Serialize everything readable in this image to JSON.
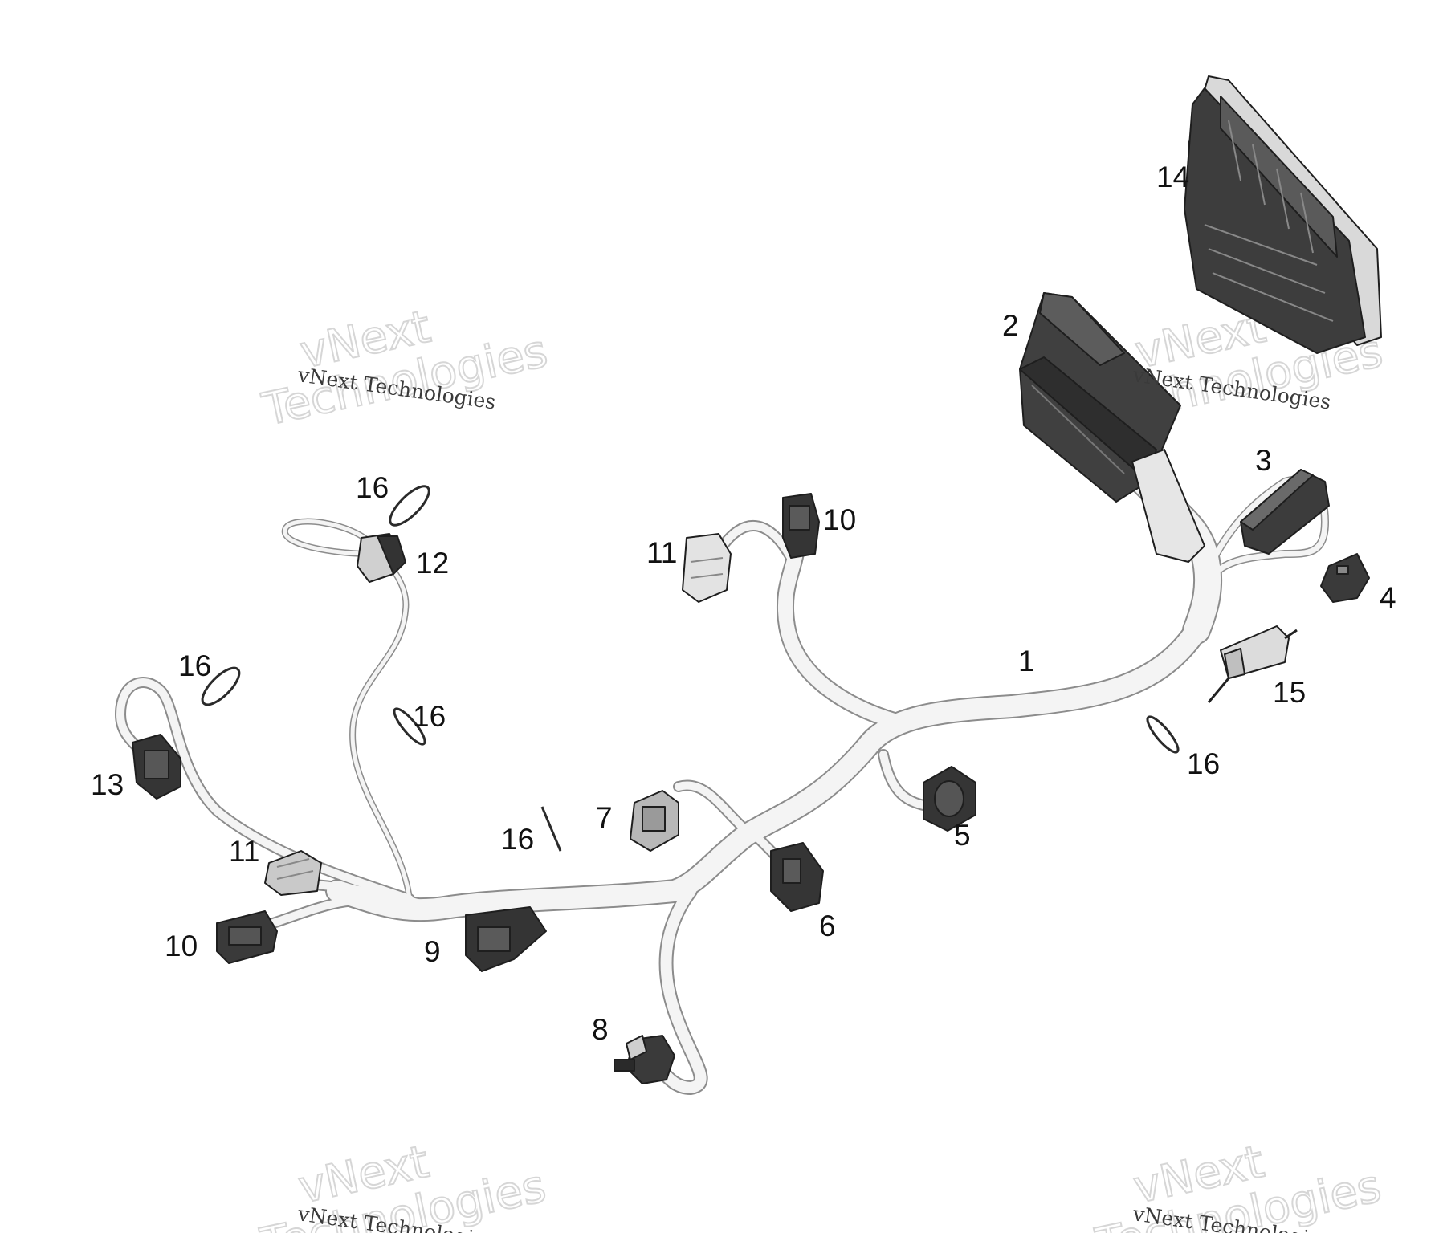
{
  "diagram": {
    "callouts": [
      {
        "id": "c1",
        "label": "1"
      },
      {
        "id": "c2",
        "label": "2"
      },
      {
        "id": "c3",
        "label": "3"
      },
      {
        "id": "c4",
        "label": "4"
      },
      {
        "id": "c5",
        "label": "5"
      },
      {
        "id": "c6",
        "label": "6"
      },
      {
        "id": "c7",
        "label": "7"
      },
      {
        "id": "c8",
        "label": "8"
      },
      {
        "id": "c9",
        "label": "9"
      },
      {
        "id": "c10a",
        "label": "10"
      },
      {
        "id": "c10b",
        "label": "10"
      },
      {
        "id": "c11a",
        "label": "11"
      },
      {
        "id": "c11b",
        "label": "11"
      },
      {
        "id": "c12",
        "label": "12"
      },
      {
        "id": "c13",
        "label": "13"
      },
      {
        "id": "c14",
        "label": "14"
      },
      {
        "id": "c15",
        "label": "15"
      },
      {
        "id": "c16a",
        "label": "16"
      },
      {
        "id": "c16b",
        "label": "16"
      },
      {
        "id": "c16c",
        "label": "16"
      },
      {
        "id": "c16d",
        "label": "16"
      },
      {
        "id": "c16e",
        "label": "16"
      }
    ]
  },
  "watermark": {
    "brand_line": "vNext",
    "word_line": "Technologies",
    "full_text": "vNext Technologies"
  },
  "colors": {
    "background": "#ffffff",
    "harness": "#f2f2f2",
    "harness_outline": "#8c8c8c",
    "connector_dark": "#3b3b3b",
    "connector_light": "#bdbdbd",
    "label": "#111111"
  }
}
